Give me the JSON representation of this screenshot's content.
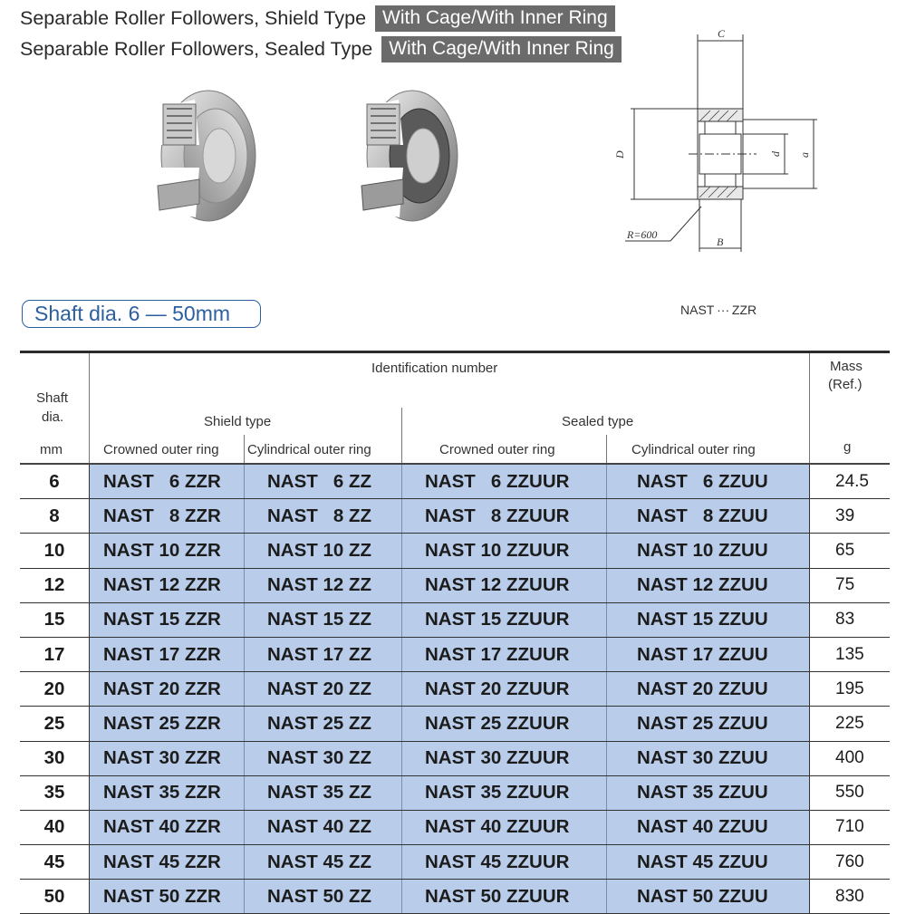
{
  "titles": {
    "line1": "Separable Roller Followers, Shield Type",
    "line1_tag": "With Cage/With Inner Ring",
    "line2": "Separable Roller Followers, Sealed Type",
    "line2_tag": "With Cage/With Inner Ring"
  },
  "drawing": {
    "label_c": "C",
    "label_D": "D",
    "label_d": "d",
    "label_a": "a",
    "label_R": "R=600",
    "label_B": "B"
  },
  "shaft_range": "Shaft dia. 6 — 50mm",
  "model_note": "NAST ··· ZZR",
  "table": {
    "header": {
      "shaft": "Shaft",
      "dia": "dia.",
      "mm": "mm",
      "identification": "Identification number",
      "shield_type": "Shield type",
      "sealed_type": "Sealed type",
      "crowned_1": "Crowned outer ring",
      "cylindrical_1": "Cylindrical outer ring",
      "crowned_2": "Crowned outer ring",
      "cylindrical_2": "Cylindrical outer ring",
      "mass": "Mass",
      "ref": "(Ref.)",
      "g": "g"
    },
    "rows": [
      {
        "dia": "6",
        "c1": "NAST   6 ZZR",
        "c2": "NAST   6 ZZ",
        "c3": "NAST   6 ZZUUR",
        "c4": "NAST   6 ZZUU",
        "mass": "24.5"
      },
      {
        "dia": "8",
        "c1": "NAST   8 ZZR",
        "c2": "NAST   8 ZZ",
        "c3": "NAST   8 ZZUUR",
        "c4": "NAST   8 ZZUU",
        "mass": "39"
      },
      {
        "dia": "10",
        "c1": "NAST 10 ZZR",
        "c2": "NAST 10 ZZ",
        "c3": "NAST 10 ZZUUR",
        "c4": "NAST 10 ZZUU",
        "mass": "65"
      },
      {
        "dia": "12",
        "c1": "NAST 12 ZZR",
        "c2": "NAST 12 ZZ",
        "c3": "NAST 12 ZZUUR",
        "c4": "NAST 12 ZZUU",
        "mass": "75"
      },
      {
        "dia": "15",
        "c1": "NAST 15 ZZR",
        "c2": "NAST 15 ZZ",
        "c3": "NAST 15 ZZUUR",
        "c4": "NAST 15 ZZUU",
        "mass": "83"
      },
      {
        "dia": "17",
        "c1": "NAST 17 ZZR",
        "c2": "NAST 17 ZZ",
        "c3": "NAST 17 ZZUUR",
        "c4": "NAST 17 ZZUU",
        "mass": "135"
      },
      {
        "dia": "20",
        "c1": "NAST 20 ZZR",
        "c2": "NAST 20 ZZ",
        "c3": "NAST 20 ZZUUR",
        "c4": "NAST 20 ZZUU",
        "mass": "195"
      },
      {
        "dia": "25",
        "c1": "NAST 25 ZZR",
        "c2": "NAST 25 ZZ",
        "c3": "NAST 25 ZZUUR",
        "c4": "NAST 25 ZZUU",
        "mass": "225"
      },
      {
        "dia": "30",
        "c1": "NAST 30 ZZR",
        "c2": "NAST 30 ZZ",
        "c3": "NAST 30 ZZUUR",
        "c4": "NAST 30 ZZUU",
        "mass": "400"
      },
      {
        "dia": "35",
        "c1": "NAST 35 ZZR",
        "c2": "NAST 35 ZZ",
        "c3": "NAST 35 ZZUUR",
        "c4": "NAST 35 ZZUU",
        "mass": "550"
      },
      {
        "dia": "40",
        "c1": "NAST 40 ZZR",
        "c2": "NAST 40 ZZ",
        "c3": "NAST 40 ZZUUR",
        "c4": "NAST 40 ZZUU",
        "mass": "710"
      },
      {
        "dia": "45",
        "c1": "NAST 45 ZZR",
        "c2": "NAST 45 ZZ",
        "c3": "NAST 45 ZZUUR",
        "c4": "NAST 45 ZZUU",
        "mass": "760"
      },
      {
        "dia": "50",
        "c1": "NAST 50 ZZR",
        "c2": "NAST 50 ZZ",
        "c3": "NAST 50 ZZUUR",
        "c4": "NAST 50 ZZUU",
        "mass": "830"
      }
    ]
  },
  "colors": {
    "id_cell_fill": "#b9cdea",
    "accent_blue": "#2b5fa0",
    "tag_gray": "#6b6b6b"
  }
}
